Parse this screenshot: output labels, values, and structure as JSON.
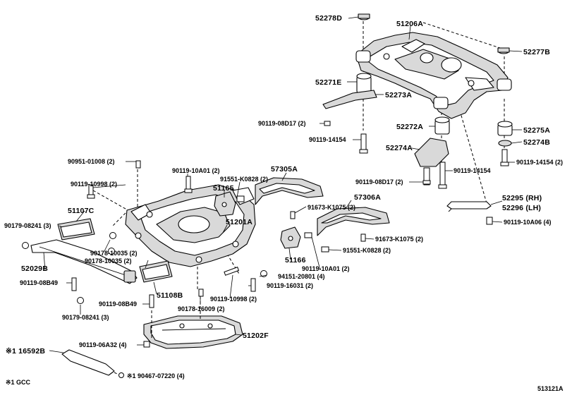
{
  "figure_code": "513121A",
  "footnote": "※1 GCC",
  "labels": {
    "p52278D": "52278D",
    "p51206A": "51206A",
    "p52277B": "52277B",
    "p52271E": "52271E",
    "p52273A": "52273A",
    "p90119_08D17_a": "90119-08D17 (2)",
    "p52272A": "52272A",
    "p52275A": "52275A",
    "p90119_14154_a": "90119-14154",
    "p52274B": "52274B",
    "p52274A": "52274A",
    "p90119_14154_b": "90119-14154",
    "p90119_14154_c": "90119-14154 (2)",
    "p90951_01008": "90951-01008 (2)",
    "p90119_10A01_a": "90119-10A01 (2)",
    "p57305A": "57305A",
    "p90119_08D17_b": "90119-08D17 (2)",
    "p91551_K0828_a": "91551-K0828 (2)",
    "p90119_10998_a": "90119-10998 (2)",
    "p51165": "51165",
    "p52295": "52295 (RH)",
    "p52296": "52296 (LH)",
    "p57306A": "57306A",
    "p51107C": "51107C",
    "p91673_K1075_a": "91673-K1075 (2)",
    "p90119_10A06": "90119-10A06 (4)",
    "p90179_08241_a": "90179-08241 (3)",
    "p51201A": "51201A",
    "p91673_K1075_b": "91673-K1075 (2)",
    "p90178_10035_a": "90178-10035 (2)",
    "p90178_10035_b": "90178-10035 (2)",
    "p51166": "51166",
    "p91551_K0828_b": "91551-K0828 (2)",
    "p52029B": "52029B",
    "p90119_10A01_b": "90119-10A01 (2)",
    "p94151_20801": "94151-20801 (4)",
    "p90119_08B49_a": "90119-08B49",
    "p90119_16031": "90119-16031 (2)",
    "p51108B": "51108B",
    "p90119_10998_b": "90119-10998 (2)",
    "p90119_08B49_b": "90119-08B49",
    "p90178_16009": "90178-16009 (2)",
    "p90179_08241_b": "90179-08241 (3)",
    "p51202F": "51202F",
    "p90119_06A32": "90119-06A32 (4)",
    "p16592B": "※1 16592B",
    "p90467_07220": "※1 90467-07220 (4)"
  }
}
